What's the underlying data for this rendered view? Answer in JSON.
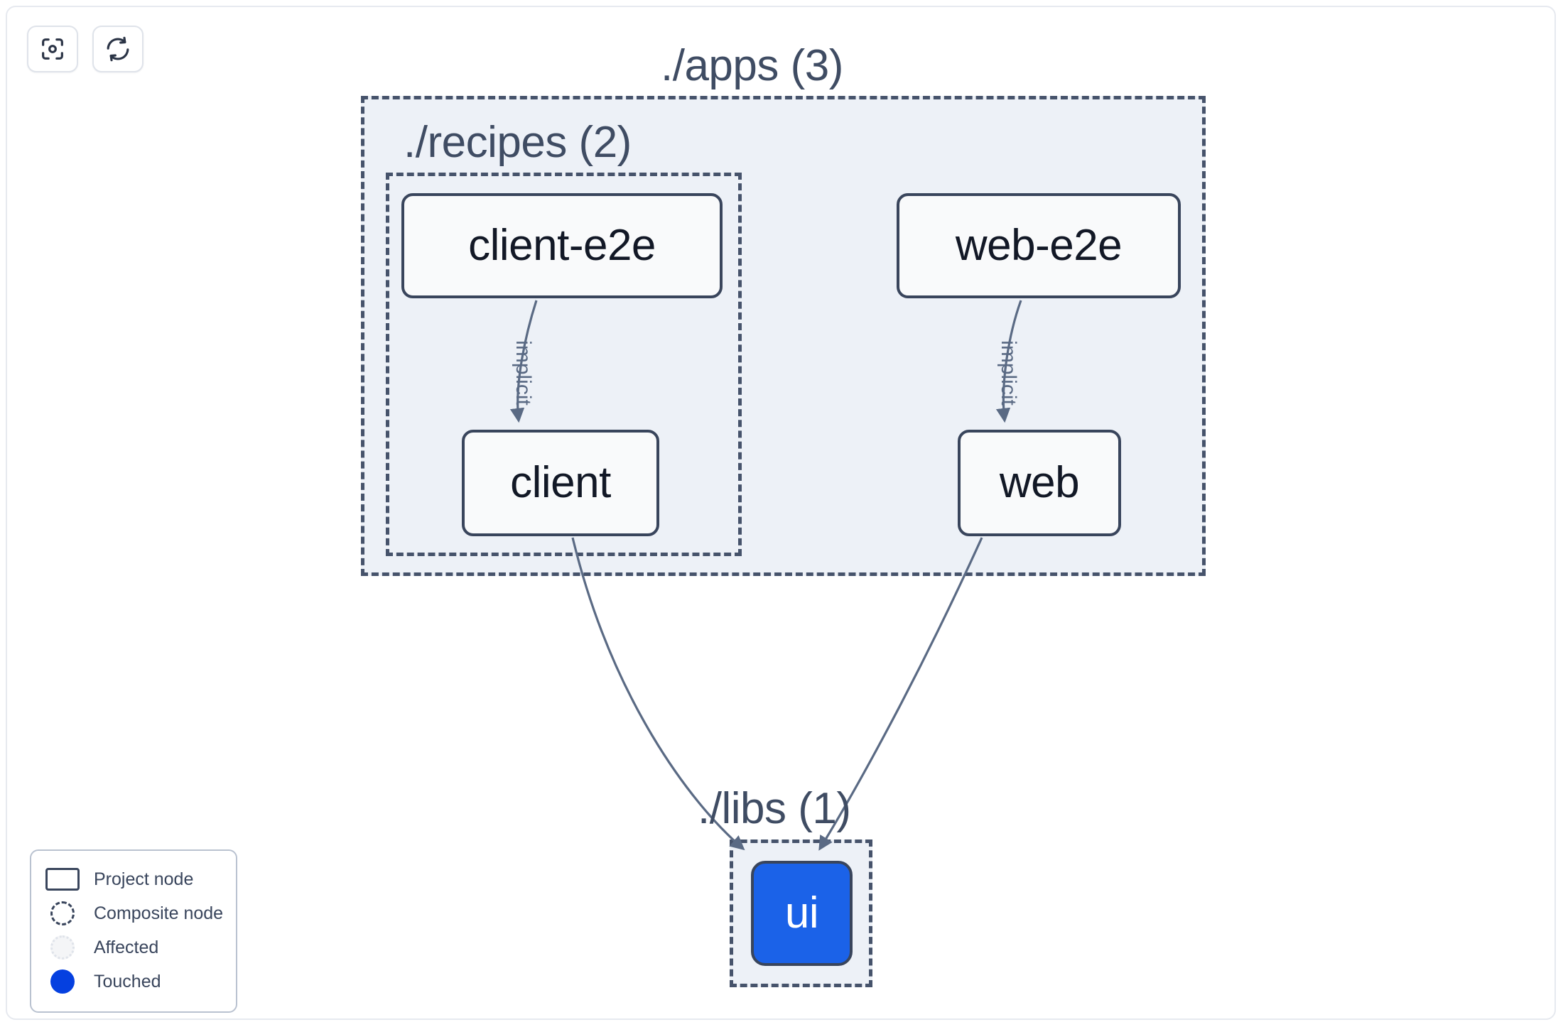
{
  "toolbar": {
    "buttons": [
      {
        "name": "focus-graph-button",
        "icon": "focus-target-icon",
        "title": "Focus graph"
      },
      {
        "name": "refresh-graph-button",
        "icon": "refresh-icon",
        "title": "Refresh graph"
      }
    ]
  },
  "graph": {
    "groups": [
      {
        "id": "apps",
        "label": "./apps (3)",
        "count": 3
      },
      {
        "id": "recipes",
        "label": "./recipes (2)",
        "count": 2
      },
      {
        "id": "libs",
        "label": "./libs (1)",
        "count": 1
      }
    ],
    "nodes": [
      {
        "id": "client-e2e",
        "label": "client-e2e",
        "state": "project"
      },
      {
        "id": "web-e2e",
        "label": "web-e2e",
        "state": "project"
      },
      {
        "id": "client",
        "label": "client",
        "state": "project"
      },
      {
        "id": "web",
        "label": "web",
        "state": "project"
      },
      {
        "id": "ui",
        "label": "ui",
        "state": "touched"
      }
    ],
    "edges": [
      {
        "from": "client-e2e",
        "to": "client",
        "label": "implicit"
      },
      {
        "from": "web-e2e",
        "to": "web",
        "label": "implicit"
      },
      {
        "from": "client",
        "to": "ui",
        "label": ""
      },
      {
        "from": "web",
        "to": "ui",
        "label": ""
      }
    ]
  },
  "legend": {
    "items": [
      {
        "swatch": "project-node-swatch",
        "label": "Project node"
      },
      {
        "swatch": "composite-node-swatch",
        "label": "Composite node"
      },
      {
        "swatch": "affected-swatch",
        "label": "Affected"
      },
      {
        "swatch": "touched-swatch",
        "label": "Touched"
      }
    ]
  },
  "colors": {
    "group_fill": "#edf1f7",
    "group_border": "#46536b",
    "node_fill": "#f9fafb",
    "node_border": "#39455c",
    "touched_blue": "#1b62e8",
    "legend_touched_blue": "#0540e0",
    "edge_stroke": "#5a6a84",
    "text": "#39455c"
  }
}
